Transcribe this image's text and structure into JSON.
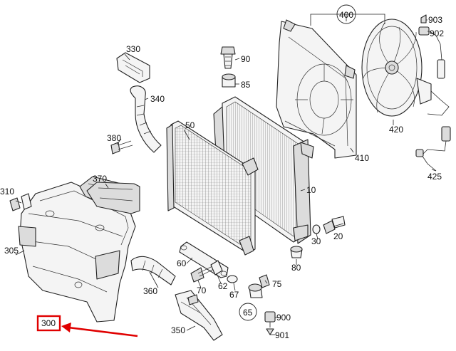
{
  "diagram": {
    "accent_color": "#e00000",
    "labels": [
      {
        "id": "330",
        "text": "330"
      },
      {
        "id": "340",
        "text": "340"
      },
      {
        "id": "380",
        "text": "380"
      },
      {
        "id": "370",
        "text": "370"
      },
      {
        "id": "310",
        "text": "310"
      },
      {
        "id": "305",
        "text": "305"
      },
      {
        "id": "300",
        "text": "300"
      },
      {
        "id": "360",
        "text": "360"
      },
      {
        "id": "350",
        "text": "350"
      },
      {
        "id": "50",
        "text": "50"
      },
      {
        "id": "60",
        "text": "60"
      },
      {
        "id": "70",
        "text": "70"
      },
      {
        "id": "62",
        "text": "62"
      },
      {
        "id": "67",
        "text": "67"
      },
      {
        "id": "65",
        "text": "65"
      },
      {
        "id": "75",
        "text": "75"
      },
      {
        "id": "900",
        "text": "900"
      },
      {
        "id": "901",
        "text": "901"
      },
      {
        "id": "90",
        "text": "90"
      },
      {
        "id": "85",
        "text": "85"
      },
      {
        "id": "10",
        "text": "10"
      },
      {
        "id": "20",
        "text": "20"
      },
      {
        "id": "30",
        "text": "30"
      },
      {
        "id": "80",
        "text": "80"
      },
      {
        "id": "400",
        "text": "400"
      },
      {
        "id": "410",
        "text": "410"
      },
      {
        "id": "420",
        "text": "420"
      },
      {
        "id": "425",
        "text": "425"
      },
      {
        "id": "903",
        "text": "903"
      },
      {
        "id": "902",
        "text": "902"
      }
    ],
    "highlighted_label": "300",
    "icons": [
      "pointer-arrow-icon"
    ]
  }
}
